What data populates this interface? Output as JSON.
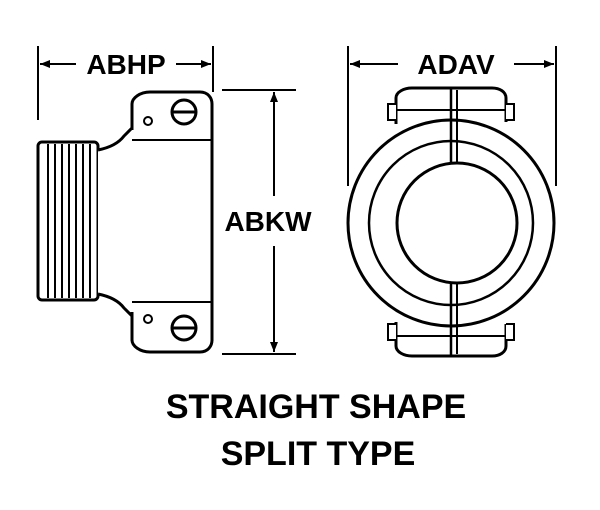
{
  "dimensions": {
    "abhp": "ABHP",
    "adav": "ADAV",
    "abkw": "ABKW"
  },
  "caption": {
    "line1": "STRAIGHT SHAPE",
    "line2": "SPLIT TYPE"
  }
}
